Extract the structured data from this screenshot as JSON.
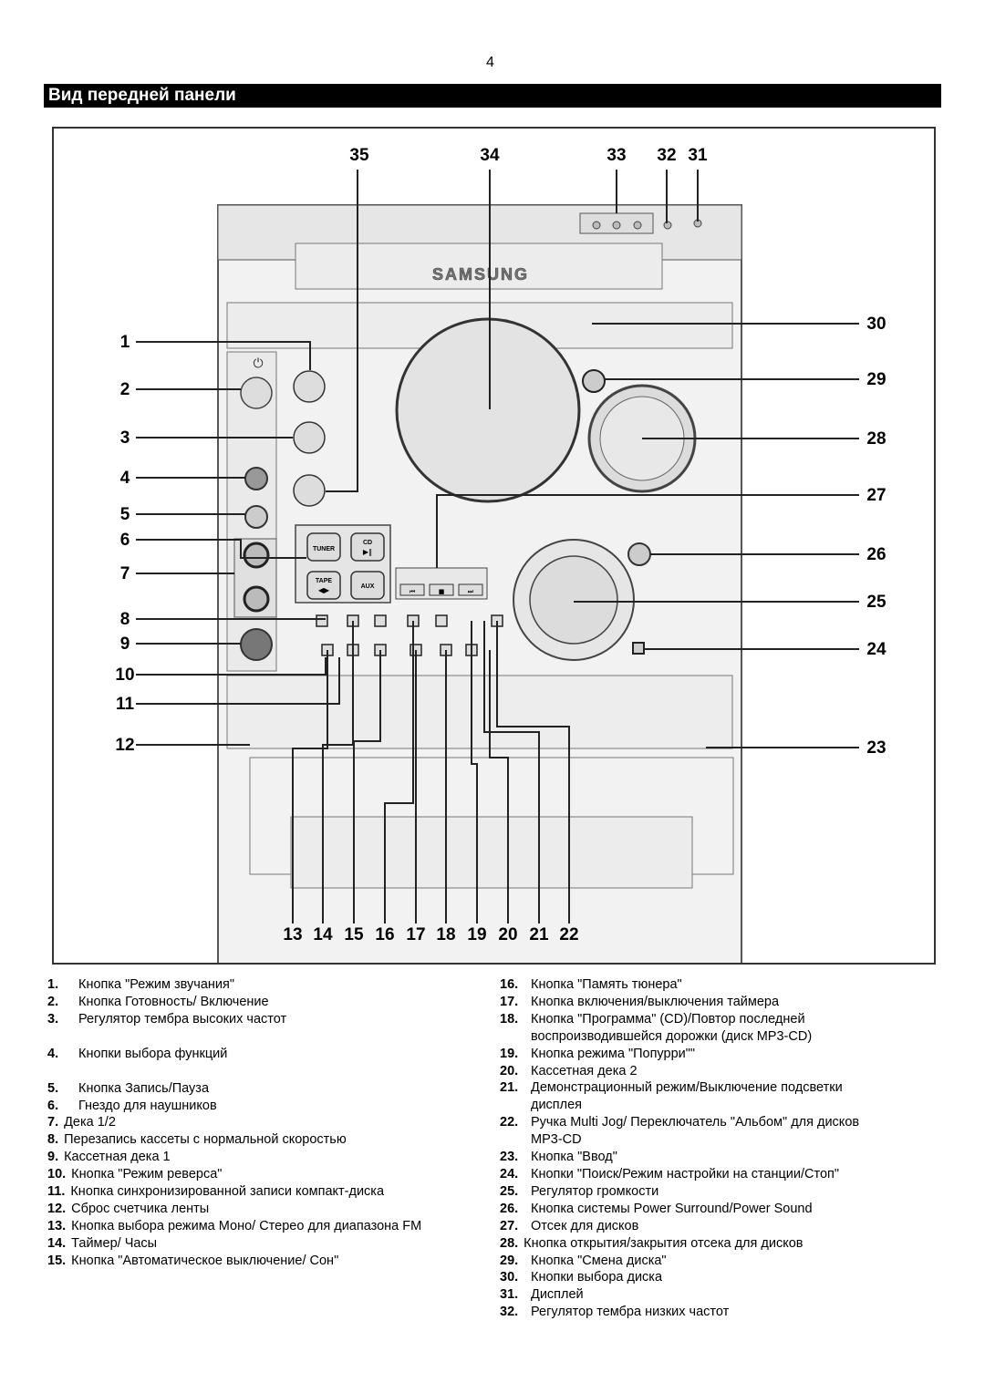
{
  "page_number": "4",
  "section_title": "Вид передней панели",
  "figure": {
    "brand": "SAMSUNG",
    "callouts_top": [
      "35",
      "34",
      "33",
      "32",
      "31"
    ],
    "callouts_left": [
      "1",
      "2",
      "3",
      "4",
      "5",
      "6",
      "7",
      "8",
      "9",
      "10",
      "11",
      "12"
    ],
    "callouts_right": [
      "30",
      "29",
      "28",
      "27",
      "26",
      "25",
      "24",
      "23"
    ],
    "callouts_bottom": [
      "13",
      "14",
      "15",
      "16",
      "17",
      "18",
      "19",
      "20",
      "21",
      "22"
    ],
    "panel_buttons": [
      "TUNER",
      "CD",
      "TAPE",
      "AUX"
    ],
    "panel_icons": [
      "power-icon",
      "play-pause-icon",
      "tape-direction-icon",
      "skip-back-icon",
      "stop-icon",
      "skip-forward-icon"
    ]
  },
  "legend_left": [
    {
      "num": "1.",
      "text": "Кнопка \"Режим звучания\""
    },
    {
      "num": "2.",
      "text": "Кнопка Готовность/ Включение"
    },
    {
      "num": "3.",
      "text": "Регулятор тембра высоких частот"
    },
    {
      "gap": true
    },
    {
      "num": "4.",
      "text": "Кнопки выбора функций"
    },
    {
      "gap": true
    },
    {
      "num": "5.",
      "text": "Кнопка Запись/Пауза"
    },
    {
      "num": "6.",
      "text": "Гнездо для наушников"
    },
    {
      "num": "7.",
      "text": "Дека 1/2",
      "wide": true
    },
    {
      "num": "8.",
      "text": "Перезапись кассеты с нормальной скоростью",
      "wide": true
    },
    {
      "num": "9.",
      "text": "Кассетная дека 1",
      "wide": true
    },
    {
      "num": "10.",
      "text": "Кнопка \"Режим реверса\"",
      "wide": true
    },
    {
      "num": "11.",
      "text": "Кнопка синхронизированной записи компакт-диска",
      "wide": true
    },
    {
      "num": "12.",
      "text": "Сброс счетчика ленты",
      "wide": true
    },
    {
      "num": "13.",
      "text": "Кнопка выбора режима Моно/ Стерео для диапазона FM",
      "wide": true
    },
    {
      "num": "14.",
      "text": "Таймер/ Часы",
      "wide": true
    },
    {
      "num": "15.",
      "text": "Кнопка \"Автоматическое выключение/ Сон\"",
      "wide": true
    }
  ],
  "legend_right": [
    {
      "num": "16.",
      "text": "Кнопка \"Память тюнера\""
    },
    {
      "num": "17.",
      "text": "Кнопка включения/выключения таймера"
    },
    {
      "num": "18.",
      "text": "Кнопка \"Программа\" (CD)/Повтор последней",
      "cont": "воспроизводившейся дорожки (диск MP3-CD)"
    },
    {
      "num": "19.",
      "text": "Кнопка режима \"Попурри\"\""
    },
    {
      "num": "20.",
      "text": "Кассетная дека 2"
    },
    {
      "num": "21.",
      "text": "Демонстрационный режим/Выключение подсветки",
      "cont": "дисплея"
    },
    {
      "num": "22.",
      "text": "Ручка Multi Jog/ Переключатель \"Альбом\" для дисков",
      "cont": "MP3-CD"
    },
    {
      "num": "23.",
      "text": "Кнопка \"Ввод\""
    },
    {
      "num": "24.",
      "text": "Кнопки \"Поиск/Режим настройки на станции/Стоп\""
    },
    {
      "num": "25.",
      "text": "Регулятор громкости"
    },
    {
      "num": "26.",
      "text": "Кнопка системы Power Surround/Power Sound"
    },
    {
      "num": "27.",
      "text": "Отсек для дисков"
    },
    {
      "num": "28.",
      "text": "Кнопка открытия/закрытия отсека для дисков",
      "wide": true
    },
    {
      "num": "29.",
      "text": "Кнопка \"Смена диска\""
    },
    {
      "num": "30.",
      "text": "Кнопки выбора диска"
    },
    {
      "num": "31.",
      "text": "Дисплей"
    },
    {
      "num": "32.",
      "text": "Регулятор тембра низких частот"
    }
  ]
}
